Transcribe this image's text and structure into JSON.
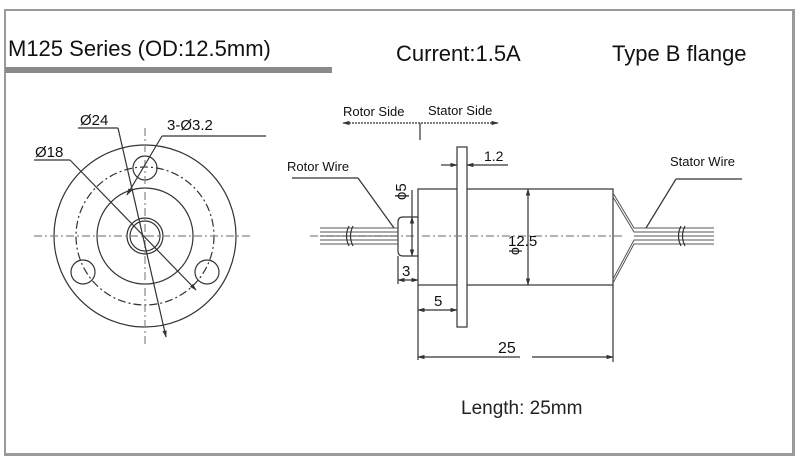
{
  "header": {
    "series_title": "M125 Series (OD:12.5mm)",
    "current": "Current:1.5A",
    "flange_type": "Type B flange"
  },
  "front_view": {
    "labels": {
      "flange_diameter": "Ø24",
      "bolt_circle_diameter": "Ø18",
      "mounting_holes": "3-Ø3.2"
    }
  },
  "side_view": {
    "labels": {
      "rotor_side": "Rotor Side",
      "stator_side": "Stator Side",
      "rotor_wire": "Rotor Wire",
      "stator_wire": "Stator Wire",
      "flange_thickness": "1.2",
      "shaft_diameter": "ϕ5",
      "shaft_length": "3",
      "body_diameter": "12.5",
      "body_diameter_symbol": "ϕ",
      "flange_offset": "5",
      "total_length": "25"
    }
  },
  "footer": {
    "length": "Length: 25mm"
  },
  "colors": {
    "frame": "#9a9a9a",
    "title_underline": "#8a8a8a",
    "line": "#333333",
    "text": "#111111"
  }
}
